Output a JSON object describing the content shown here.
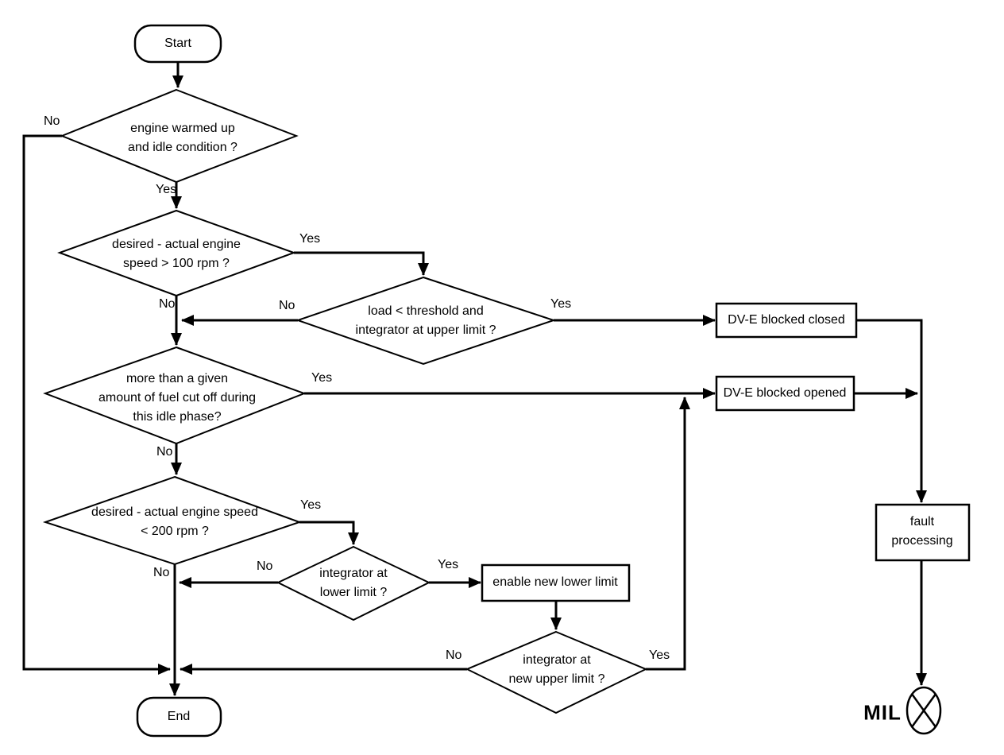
{
  "labels": {
    "yes": "Yes",
    "no": "No"
  },
  "terminals": {
    "start": "Start",
    "end": "End"
  },
  "decisions": {
    "warm_idle": "engine warmed up\nand idle condition ?",
    "speed_gt_100": "desired - actual engine\nspeed > 100 rpm ?",
    "load_threshold": "load < threshold and\nintegrator at upper limit ?",
    "fuel_cutoff": "more than a given\namount of fuel cut off during\nthis idle phase?",
    "speed_lt_200": "desired - actual engine speed\n< 200 rpm ?",
    "integ_lower": "integrator at\nlower limit ?",
    "integ_new_upper": "integrator at\nnew upper limit ?"
  },
  "processes": {
    "dve_blocked_closed": "DV-E blocked closed",
    "dve_blocked_opened": "DV-E blocked opened",
    "enable_new_lower": "enable new lower limit",
    "fault_processing": "fault\nprocessing"
  },
  "indicator": {
    "mil": "MIL"
  }
}
